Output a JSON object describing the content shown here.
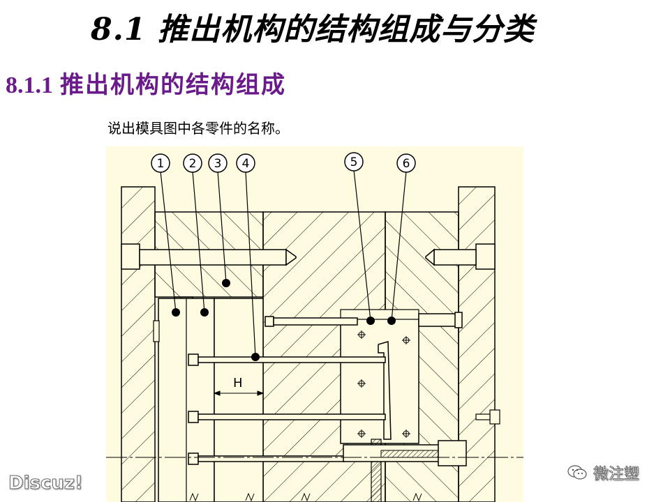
{
  "header": {
    "title": "8.1 推出机构的结构组成与分类"
  },
  "section": {
    "number": "8.1.1",
    "heading": "推出机构的结构组成"
  },
  "instruction": "说出模具图中各零件的名称。",
  "drawing": {
    "part_labels": [
      "1",
      "2",
      "3",
      "4",
      "5",
      "6"
    ],
    "dimension_label": "H",
    "background_color": "#fffbe0",
    "line_color": "#000000"
  },
  "watermarks": {
    "left": "Discuz!",
    "right": "微注塑",
    "right_icon": "wechat-icon"
  }
}
